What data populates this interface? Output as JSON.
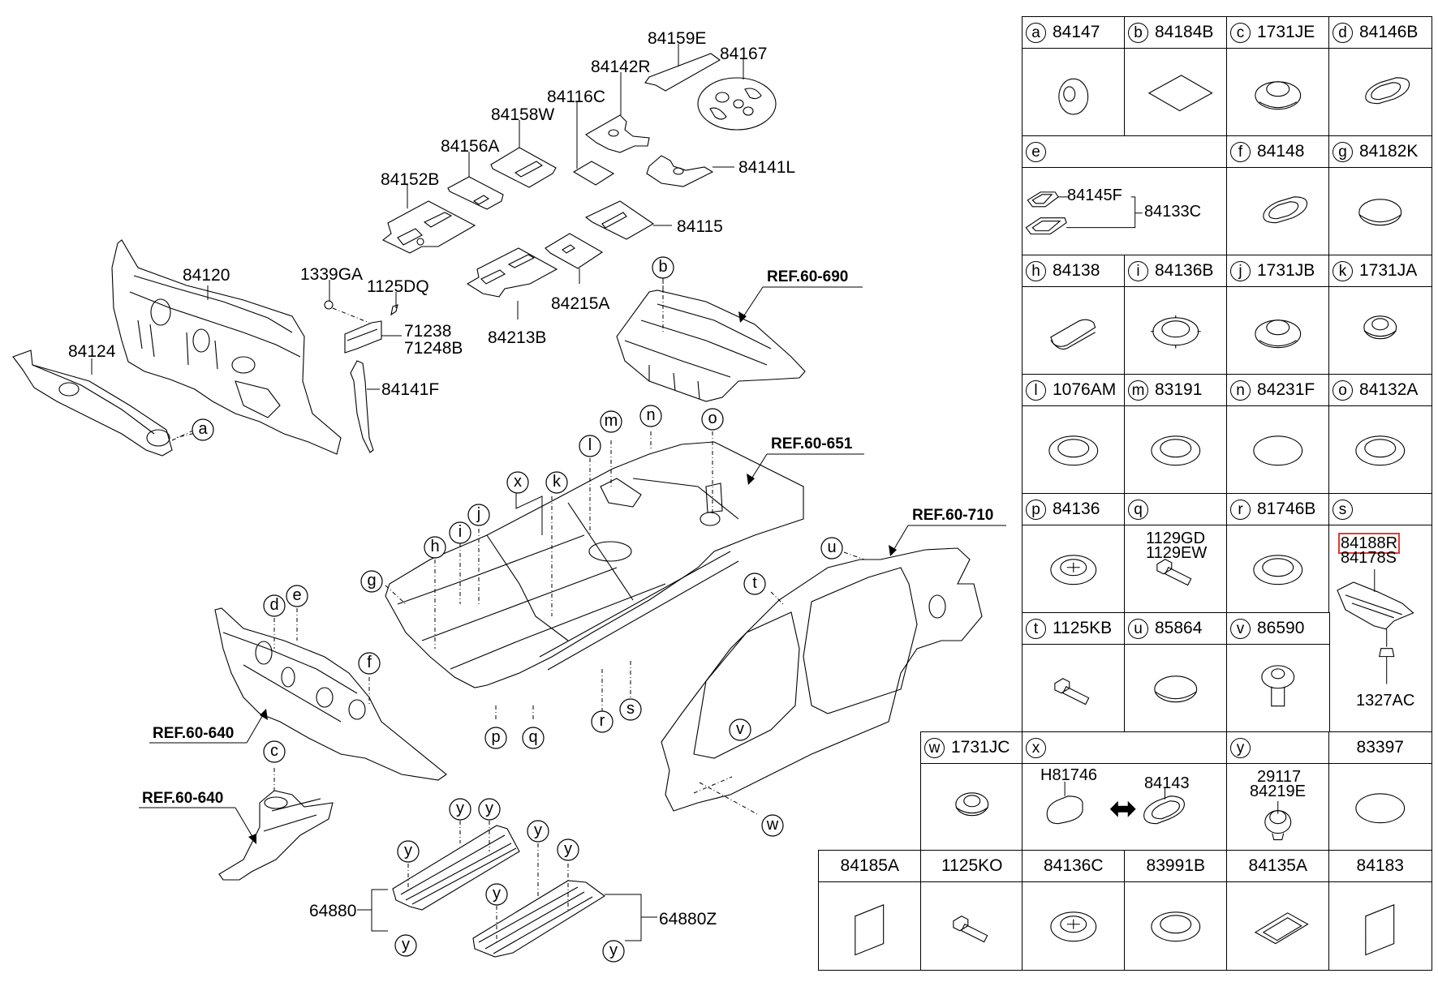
{
  "diagram": {
    "callouts": {
      "c84159E": "84159E",
      "c84167": "84167",
      "c84142R": "84142R",
      "c84116C": "84116C",
      "c84158W": "84158W",
      "c84156A": "84156A",
      "c84152B": "84152B",
      "c84141L": "84141L",
      "c84115": "84115",
      "c84215A": "84215A",
      "c84213B": "84213B",
      "c84120": "84120",
      "c84124": "84124",
      "c1339GA": "1339GA",
      "c1125DQ": "1125DQ",
      "c71238": "71238",
      "c71248B": "71248B",
      "c84141F": "84141F",
      "c64880": "64880",
      "c64880Z": "64880Z"
    },
    "refs": {
      "r690": "REF.60-690",
      "r651": "REF.60-651",
      "r710": "REF.60-710",
      "r640a": "REF.60-640",
      "r640b": "REF.60-640"
    },
    "letters": [
      "a",
      "b",
      "c",
      "d",
      "e",
      "f",
      "g",
      "h",
      "i",
      "j",
      "k",
      "l",
      "m",
      "n",
      "o",
      "p",
      "q",
      "r",
      "s",
      "t",
      "u",
      "v",
      "w",
      "x",
      "y"
    ]
  },
  "parts_table": {
    "highlight_color": "#e53935",
    "cells": {
      "a": {
        "letter": "a",
        "part": "84147"
      },
      "b": {
        "letter": "b",
        "part": "84184B"
      },
      "c": {
        "letter": "c",
        "part": "1731JE"
      },
      "d": {
        "letter": "d",
        "part": "84146B"
      },
      "e": {
        "letter": "e",
        "part": "",
        "sub1": "84145F",
        "sub2": "84133C"
      },
      "f": {
        "letter": "f",
        "part": "84148"
      },
      "g": {
        "letter": "g",
        "part": "84182K"
      },
      "h": {
        "letter": "h",
        "part": "84138"
      },
      "i": {
        "letter": "i",
        "part": "84136B"
      },
      "j": {
        "letter": "j",
        "part": "1731JB"
      },
      "k": {
        "letter": "k",
        "part": "1731JA"
      },
      "l": {
        "letter": "l",
        "part": "1076AM"
      },
      "m": {
        "letter": "m",
        "part": "83191"
      },
      "n": {
        "letter": "n",
        "part": "84231F"
      },
      "o": {
        "letter": "o",
        "part": "84132A"
      },
      "p": {
        "letter": "p",
        "part": "84136"
      },
      "q": {
        "letter": "q",
        "part": "",
        "sub1": "1129GD",
        "sub2": "1129EW"
      },
      "r": {
        "letter": "r",
        "part": "81746B"
      },
      "s": {
        "letter": "s",
        "part": "",
        "sub1": "84188R",
        "sub2": "84178S",
        "sub3": "1327AC"
      },
      "t": {
        "letter": "t",
        "part": "1125KB"
      },
      "u": {
        "letter": "u",
        "part": "85864"
      },
      "v": {
        "letter": "v",
        "part": "86590"
      },
      "w": {
        "letter": "w",
        "part": "1731JC"
      },
      "x": {
        "letter": "x",
        "part": "",
        "sub1": "H81746",
        "sub2": "84143"
      },
      "y": {
        "letter": "y",
        "part": "",
        "sub1": "29117",
        "sub2": "84219E"
      },
      "z1": {
        "letter": "",
        "part": "83397"
      },
      "b1": {
        "letter": "",
        "part": "84185A"
      },
      "b2": {
        "letter": "",
        "part": "1125KO"
      },
      "b3": {
        "letter": "",
        "part": "84136C"
      },
      "b4": {
        "letter": "",
        "part": "83991B"
      },
      "b5": {
        "letter": "",
        "part": "84135A"
      },
      "b6": {
        "letter": "",
        "part": "84183"
      }
    }
  }
}
